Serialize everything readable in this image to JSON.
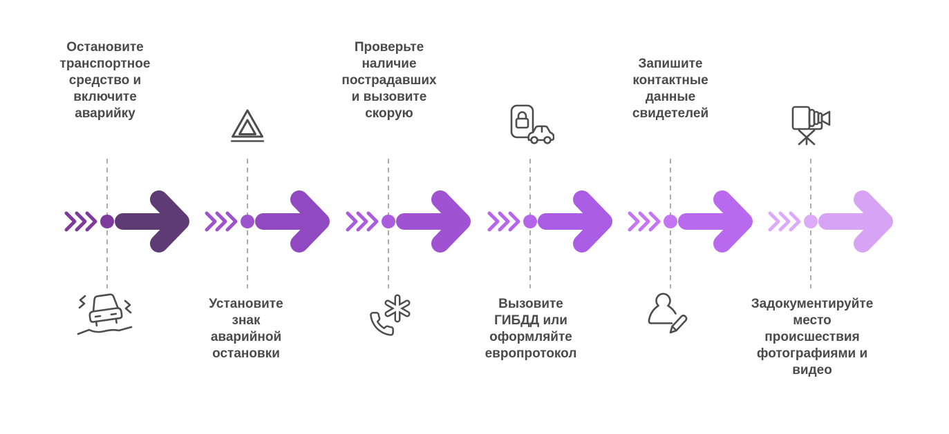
{
  "colors": {
    "background": "#ffffff",
    "label_text": "#4a4a4a",
    "icon_stroke": "#4d4d4d",
    "dashed_line": "#ababab"
  },
  "steps": [
    {
      "label": "Остановите\nтранспортное\nсредство и\nвключите\nаварийку",
      "label_position": "top",
      "icon": "car-accident-icon",
      "icon_position": "bottom",
      "arrow_color": "#5e3b74",
      "accent_color": "#7c3a9a"
    },
    {
      "label": "Установите\nзнак\nаварийной\nостановки",
      "label_position": "bottom",
      "icon": "warning-triangle-icon",
      "icon_position": "top",
      "arrow_color": "#9149c1",
      "accent_color": "#9c53cb"
    },
    {
      "label": "Проверьте\nналичие\nпострадавших\nи вызовите\nскорую",
      "label_position": "top",
      "icon": "emergency-call-icon",
      "icon_position": "bottom",
      "arrow_color": "#9f52d2",
      "accent_color": "#aa5cdd"
    },
    {
      "label": "Вызовите\nГИБДД или\nоформляйте\nевропротокол",
      "label_position": "bottom",
      "icon": "car-document-lock-icon",
      "icon_position": "top",
      "arrow_color": "#ab5ce4",
      "accent_color": "#b566eb"
    },
    {
      "label": "Запишите\nконтактные\nданные\nсвидетелей",
      "label_position": "top",
      "icon": "witness-pencil-icon",
      "icon_position": "bottom",
      "arrow_color": "#b969ee",
      "accent_color": "#c375f3"
    },
    {
      "label": "Задокументируйте\nместо\nпроисшествия\nфотографиями и\nвидео",
      "label_position": "bottom",
      "icon": "video-camera-icon",
      "icon_position": "top",
      "arrow_color": "#d7a3f5",
      "accent_color": "#dcabf8"
    }
  ]
}
